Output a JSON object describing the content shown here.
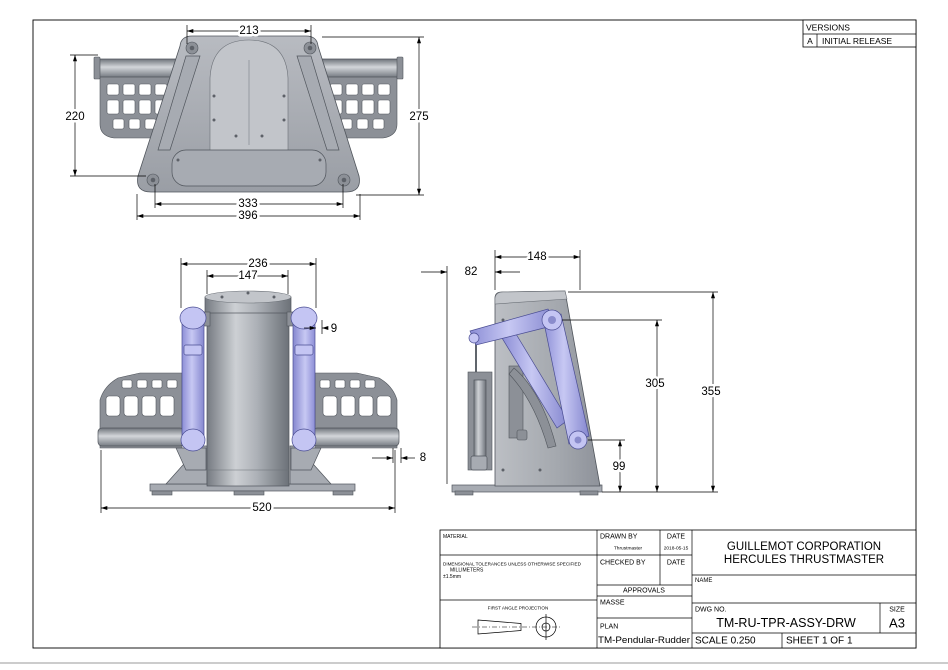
{
  "versions": {
    "title": "VERSIONS",
    "rows": [
      {
        "rev": "A",
        "description": "INITIAL RELEASE"
      }
    ]
  },
  "dimensions": {
    "top_view": [
      213,
      220,
      275,
      333,
      396
    ],
    "front_view": [
      236,
      147,
      9,
      8,
      520
    ],
    "side_view": [
      82,
      148,
      305,
      355,
      99
    ]
  },
  "title_block": {
    "material_label": "MATERIAL",
    "tolerance_note": "DIMENSIONAL TOLERANCES UNLESS OTHERWISE SPECIFIED",
    "tolerance_units": "MILLIMETERS",
    "tolerance_value": "±1.5mm",
    "projection_label": "FIRST ANGLE PROJECTION",
    "drawn_by_label": "DRAWN BY",
    "drawn_by": "Thrustmaster",
    "drawn_date_label": "DATE",
    "drawn_date": "2018-05-15",
    "checked_by_label": "CHECKED BY",
    "checked_date_label": "DATE",
    "approvals_label": "APPROVALS",
    "masse_label": "MASSE",
    "plan_label": "PLAN",
    "plan": "TM-Pendular-Rudder",
    "company_line1": "GUILLEMOT CORPORATION",
    "company_line2": "HERCULES THRUSTMASTER",
    "name_label": "NAME",
    "dwg_no_label": "DWG NO.",
    "dwg_no": "TM-RU-TPR-ASSY-DRW",
    "size_label": "SIZE",
    "size": "A3",
    "scale": "SCALE 0.250",
    "sheet": "SHEET 1 OF 1"
  },
  "colors": {
    "part": "#a7abb2",
    "arm": "#a3a4e6",
    "line": "#000000",
    "background": "#ffffff"
  }
}
